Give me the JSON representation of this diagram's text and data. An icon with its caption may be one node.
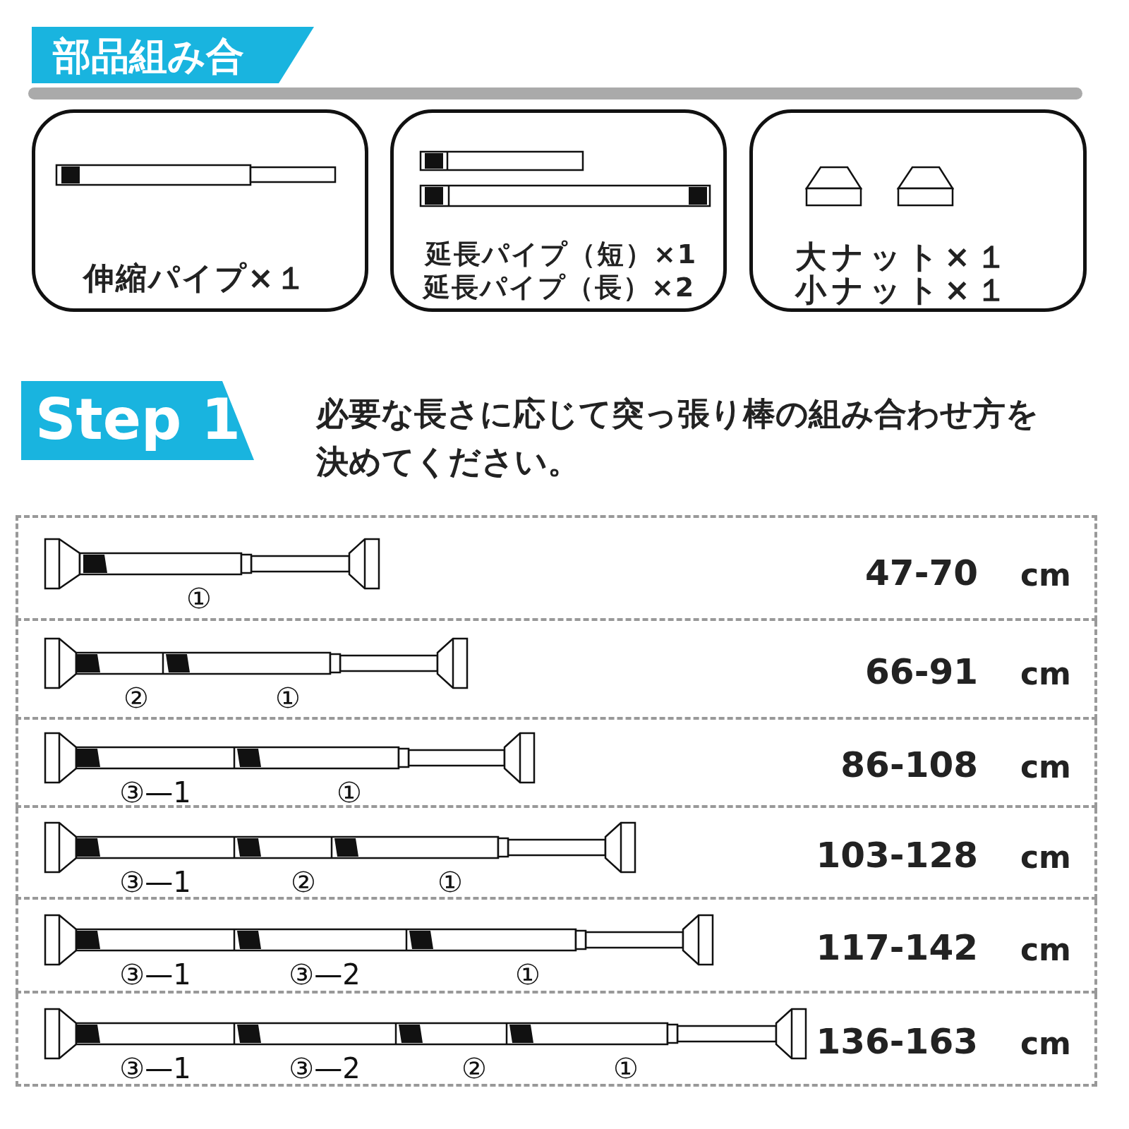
{
  "diagram": {
    "title": "部品組み合",
    "nodes": [
      {
        "text": [
          "伸縮パイプ×１"
        ]
      },
      {
        "text": [
          "延長パイプ（短）×1",
          "延長パイプ（長）×2"
        ]
      },
      {
        "text": [
          "大ナット×１",
          "小ナット×１"
        ]
      },
      {
        "text": [
          "①",
          "47-70",
          "cm"
        ]
      },
      {
        "text": [
          "②",
          "①",
          "66-91",
          "cm"
        ]
      },
      {
        "text": [
          "③—1",
          "①",
          "86-108",
          "cm"
        ]
      },
      {
        "text": [
          "③—1",
          "②",
          "①",
          "103-128",
          "cm"
        ]
      },
      {
        "text": [
          "③—1",
          "③—2",
          "①",
          "117-142",
          "cm"
        ]
      },
      {
        "text": [
          "③—1",
          "③—2",
          "②",
          "①",
          "136-163",
          "cm"
        ]
      }
    ],
    "edges": [],
    "labels": [
      "Step 1",
      "必要な長さに応じて突っ張り棒の組み合わせ方を決めてください。"
    ]
  }
}
